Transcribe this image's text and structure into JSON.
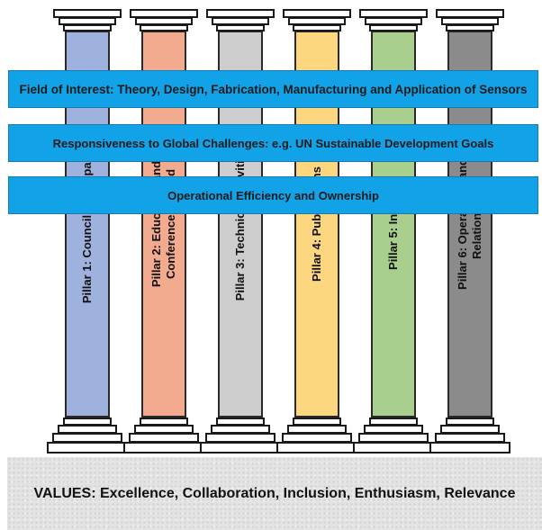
{
  "bands": [
    {
      "text": "Field of Interest: Theory, Design, Fabrication, Manufacturing and Application of Sensors"
    },
    {
      "text": "Responsiveness to Global Challenges: e.g. UN Sustainable Development Goals"
    },
    {
      "text": "Operational Efficiency and Ownership"
    }
  ],
  "pillars": [
    {
      "label": "Pillar 1: Council Participants",
      "color": "#9fb2de"
    },
    {
      "label": "Pillar 2: Education and\nConference Related",
      "color": "#f2ab8e"
    },
    {
      "label": "Pillar 3: Technical Activities",
      "color": "#cdcdcd"
    },
    {
      "label": "Pillar 4: Publications",
      "color": "#fcd77f"
    },
    {
      "label": "Pillar 5: Industry",
      "color": "#a8cf8d"
    },
    {
      "label": "Pillar 6: Operations and\nRelationship",
      "color": "#8b8b8b"
    }
  ],
  "foundation": {
    "text": "VALUES: Excellence, Collaboration, Inclusion, Enthusiasm, Relevance"
  }
}
